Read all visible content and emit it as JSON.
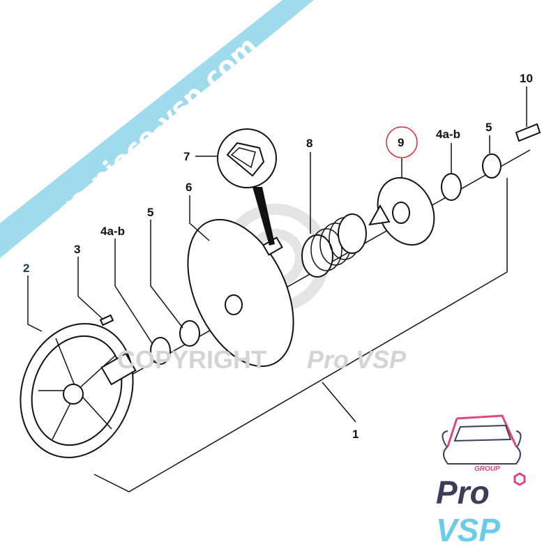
{
  "diagram": {
    "callouts": {
      "c1": "1",
      "c2": "2",
      "c3": "3",
      "c4a": "4a-b",
      "c5a": "5",
      "c6": "6",
      "c7": "7",
      "c8": "8",
      "c9": "9",
      "c4b": "4a-b",
      "c5b": "5",
      "c10": "10"
    },
    "highlighted_callout": "9",
    "highlight_color": "#e0303a"
  },
  "watermark": {
    "copyright": "COPYRIGHT",
    "brand": "Pro VSP"
  },
  "banner": {
    "text": "pro-piece-vsp.com",
    "color": "#9edbec"
  },
  "logo": {
    "group": "GROUP",
    "pro": "Pro",
    "vsp": "VSP",
    "pink": "#e0457b",
    "dark": "#3b3f55",
    "blue": "#6ccbe6"
  }
}
